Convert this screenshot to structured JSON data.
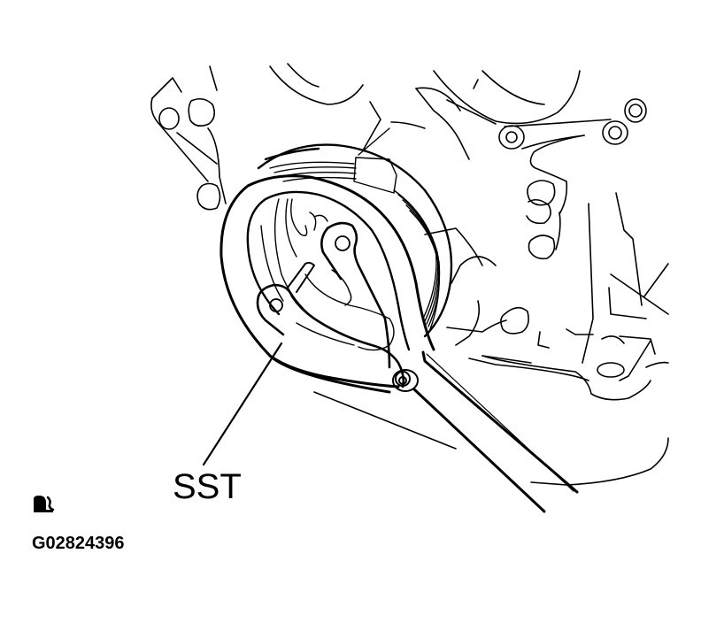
{
  "figure": {
    "callout_label": "SST",
    "figure_id": "G02824396",
    "icon": "service-tool-icon",
    "subject": "crankshaft pulley held with special service tool (SST)",
    "stroke_color": "#000000",
    "background_color": "#ffffff"
  }
}
